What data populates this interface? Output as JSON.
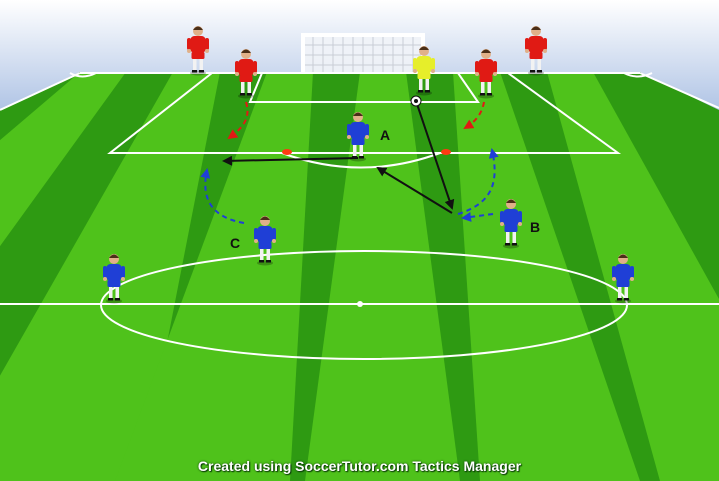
{
  "labels": {
    "a": "A",
    "b": "B",
    "c": "C"
  },
  "footer": {
    "credit": "Created using SoccerTutor.com Tactics Manager"
  },
  "colors": {
    "stripe_dark": "#2e9a12",
    "stripe_light": "#4fc21b",
    "sky": "#a9bfe3",
    "lines": "#ffffff",
    "attacking_team": "#1f3fd6",
    "defending_team": "#e01a14",
    "goalkeeper": "#e6ee2a",
    "pass_arrow": "#111111",
    "movement_attack": "#1f3fd6",
    "movement_defend": "#e01a14"
  },
  "players": [
    {
      "role": "defender",
      "color": "defending_team"
    },
    {
      "role": "defender",
      "color": "defending_team"
    },
    {
      "role": "defender",
      "color": "defending_team"
    },
    {
      "role": "defender",
      "color": "defending_team"
    },
    {
      "role": "goalkeeper",
      "color": "goalkeeper"
    },
    {
      "role": "attacker-a",
      "color": "attacking_team"
    },
    {
      "role": "attacker-b",
      "color": "attacking_team"
    },
    {
      "role": "attacker-c",
      "color": "attacking_team"
    },
    {
      "role": "attacker",
      "color": "attacking_team"
    },
    {
      "role": "attacker",
      "color": "attacking_team"
    }
  ]
}
